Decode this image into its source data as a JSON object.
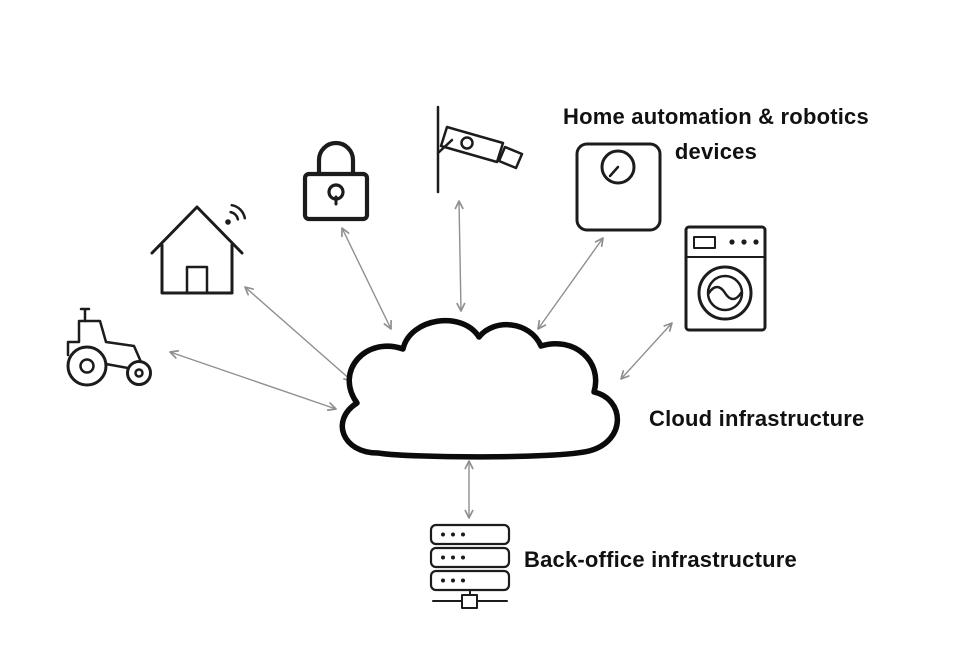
{
  "diagram": {
    "labels": {
      "devices": "Home automation & robotics devices",
      "cloud": "Cloud infrastructure",
      "back_office": "Back-office infrastructure"
    },
    "nodes": [
      {
        "id": "tractor",
        "icon": "tractor-icon"
      },
      {
        "id": "smart-home",
        "icon": "smart-home-wifi-icon"
      },
      {
        "id": "smart-lock",
        "icon": "padlock-icon"
      },
      {
        "id": "security-camera",
        "icon": "cctv-camera-icon"
      },
      {
        "id": "smart-scale",
        "icon": "weight-scale-icon"
      },
      {
        "id": "washing-machine",
        "icon": "washing-machine-icon"
      },
      {
        "id": "cloud",
        "icon": "cloud-icon",
        "label": "Cloud infrastructure"
      },
      {
        "id": "back-office-server",
        "icon": "server-rack-icon",
        "label": "Back-office infrastructure"
      }
    ],
    "edges": [
      {
        "from": "tractor",
        "to": "cloud",
        "bidirectional": true
      },
      {
        "from": "smart-home",
        "to": "cloud",
        "bidirectional": true
      },
      {
        "from": "smart-lock",
        "to": "cloud",
        "bidirectional": true
      },
      {
        "from": "security-camera",
        "to": "cloud",
        "bidirectional": true
      },
      {
        "from": "smart-scale",
        "to": "cloud",
        "bidirectional": true
      },
      {
        "from": "washing-machine",
        "to": "cloud",
        "bidirectional": true
      },
      {
        "from": "back-office-server",
        "to": "cloud",
        "bidirectional": true
      }
    ],
    "colors": {
      "icon_stroke": "#1c1c1c",
      "arrow": "#8f8f8f",
      "text": "#111111",
      "background": "#ffffff"
    }
  }
}
